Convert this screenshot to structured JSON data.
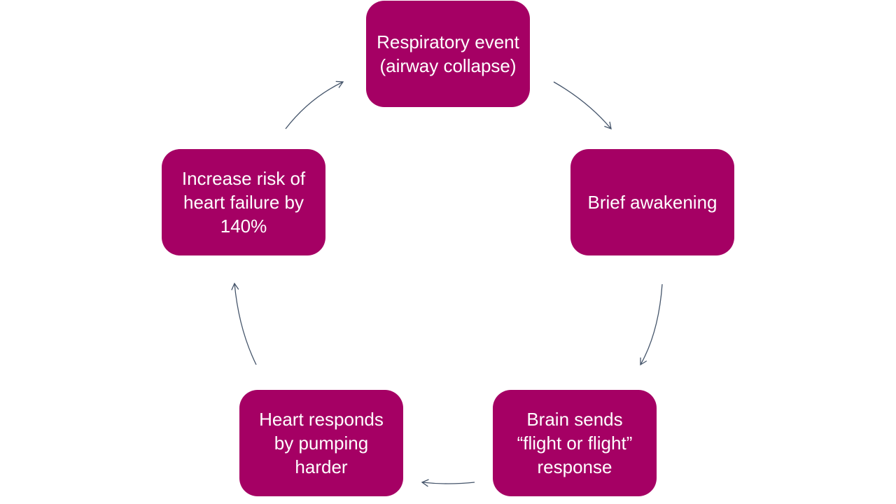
{
  "diagram": {
    "type": "cycle",
    "node_color": "#A50064",
    "arrow_color": "#44546A",
    "nodes": [
      {
        "label": "Respiratory event (airway collapse)"
      },
      {
        "label": "Brief awakening"
      },
      {
        "label": "Brain sends “flight or flight” response"
      },
      {
        "label": "Heart responds by pumping harder"
      },
      {
        "label": "Increase risk of heart failure by 140%"
      }
    ]
  }
}
